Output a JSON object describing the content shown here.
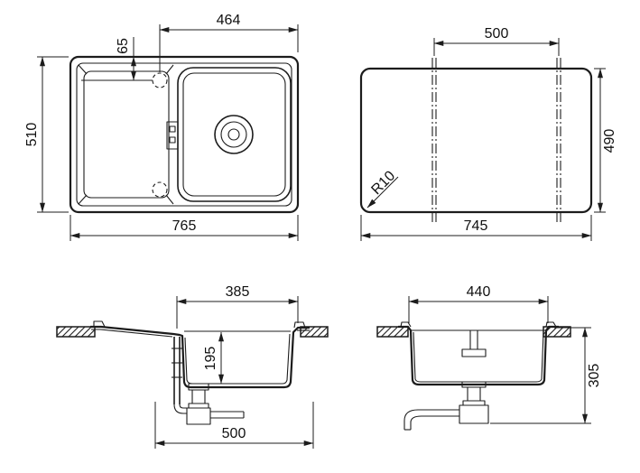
{
  "drawing": {
    "plan": {
      "top_width": "464",
      "tap_offset": "65",
      "depth": "510",
      "overall_width": "765"
    },
    "cutout": {
      "channel_spacing": "500",
      "depth": "490",
      "width": "745",
      "corner_radius": "R10"
    },
    "front_section": {
      "bowl_width": "385",
      "bowl_depth": "195",
      "base_width": "500"
    },
    "side_section": {
      "bowl_width": "440",
      "overall_depth": "305"
    }
  }
}
